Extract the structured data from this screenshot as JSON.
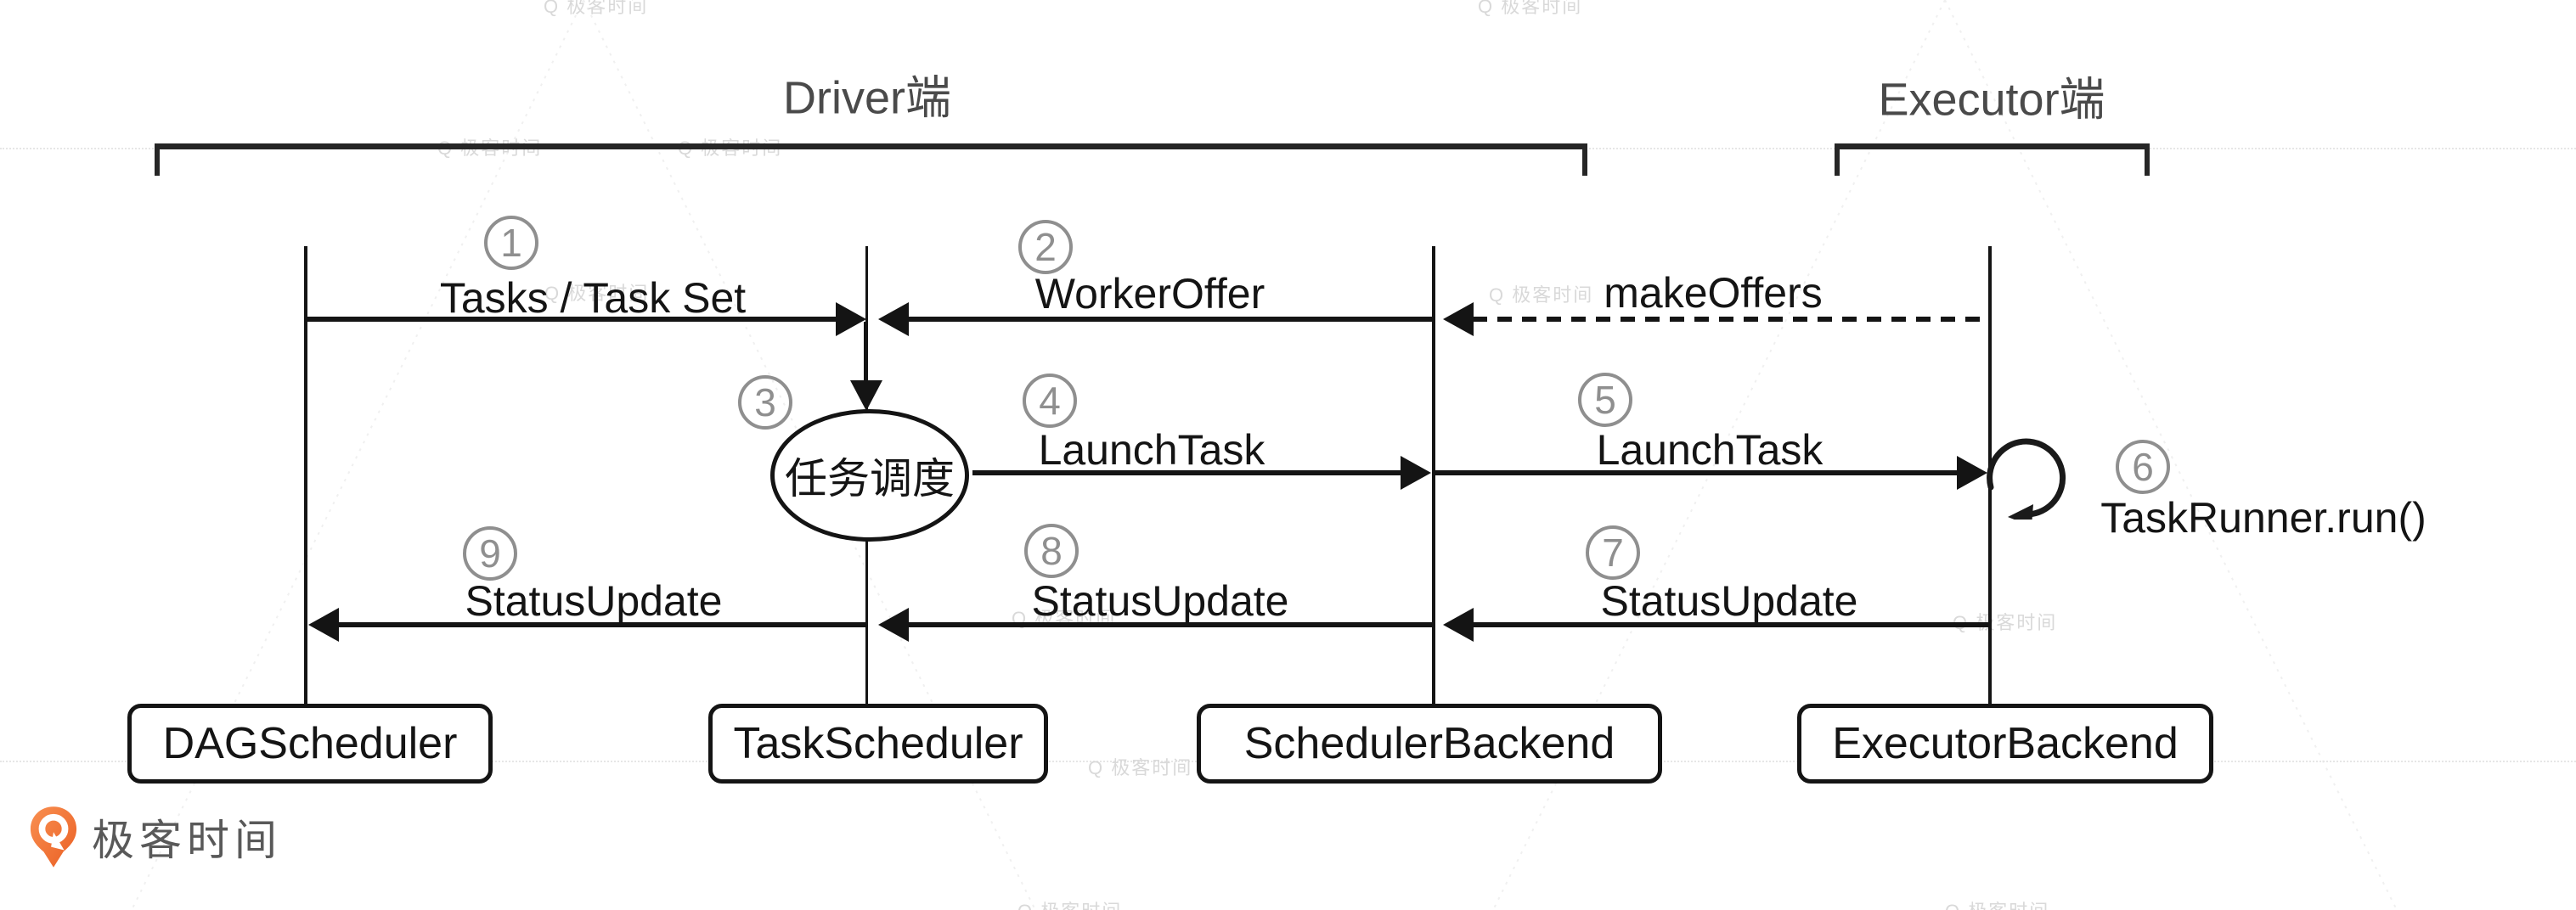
{
  "titles": {
    "driver": "Driver端",
    "executor": "Executor端"
  },
  "boxes": {
    "dag": "DAGScheduler",
    "task": "TaskScheduler",
    "sched": "SchedulerBackend",
    "exec": "ExecutorBackend"
  },
  "ellipse": {
    "label": "任务调度"
  },
  "steps": {
    "s1": {
      "num": "1",
      "label": "Tasks / Task Set"
    },
    "s2": {
      "num": "2",
      "label": "WorkerOffer"
    },
    "make_offers": {
      "label": "makeOffers"
    },
    "s3": {
      "num": "3"
    },
    "s4": {
      "num": "4",
      "label": "LaunchTask"
    },
    "s5": {
      "num": "5",
      "label": "LaunchTask"
    },
    "s6": {
      "num": "6",
      "label": "TaskRunner.run()"
    },
    "s7": {
      "num": "7",
      "label": "StatusUpdate"
    },
    "s8": {
      "num": "8",
      "label": "StatusUpdate"
    },
    "s9": {
      "num": "9",
      "label": "StatusUpdate"
    }
  },
  "logo": {
    "text": "极客时间"
  },
  "watermark": {
    "text": "Q 极客时间"
  },
  "colors": {
    "line": "#141414",
    "section_title": "#4a4a4a",
    "step_gray": "#8f8f8f",
    "watermark_gray": "#d9d9d9",
    "logo_orange": "#ee6f2d",
    "logo_text_gray": "#595959",
    "background": "#ffffff"
  }
}
